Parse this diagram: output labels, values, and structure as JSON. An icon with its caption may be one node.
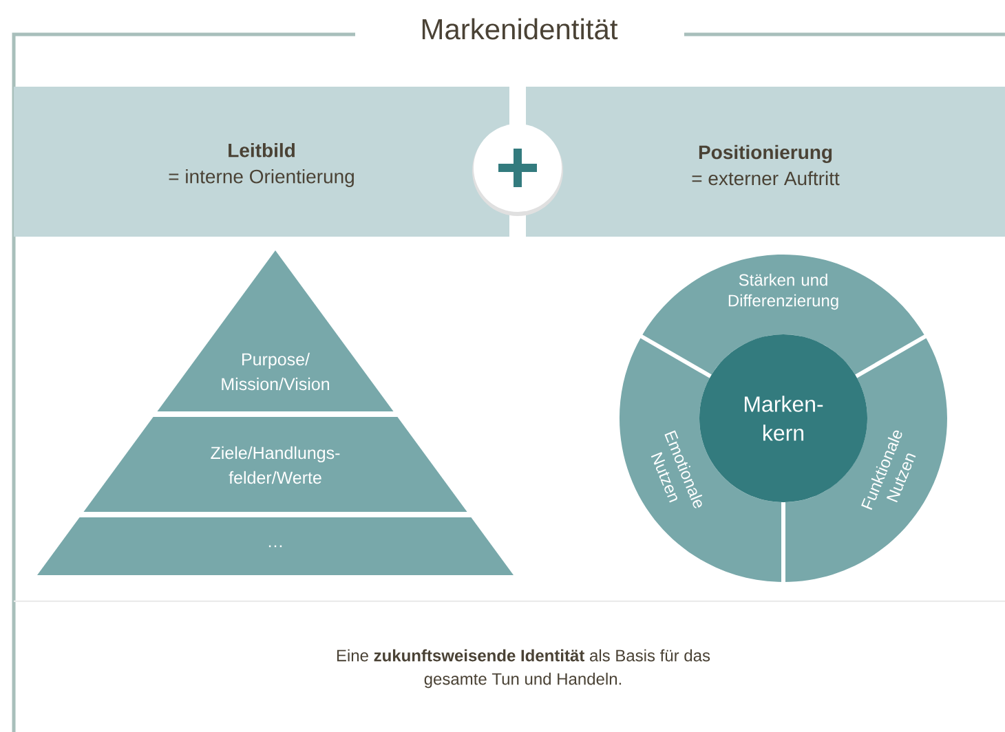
{
  "diagram": {
    "title": "Markenidentität",
    "nodes": [
      {
        "text": [
          "Leitbild",
          "= interne Orientierung"
        ]
      },
      {
        "text": [
          "Positionierung",
          "= externer Auftritt"
        ]
      },
      {
        "text": [
          "Purpose/ Mission/Vision"
        ]
      },
      {
        "text": [
          "Ziele/Handlungs- felder/Werte"
        ]
      },
      {
        "text": [
          "…"
        ]
      },
      {
        "text": [
          "Stärken und Differenzierung"
        ]
      },
      {
        "text": [
          "Emotionale Nutzen"
        ]
      },
      {
        "text": [
          "Funktionale Nutzen"
        ]
      },
      {
        "text": [
          "Marken- kern"
        ]
      }
    ],
    "edges": [],
    "caption": "Eine **zukunftsweisende Identität** als Basis für das gesamte Tun und Handeln."
  }
}
